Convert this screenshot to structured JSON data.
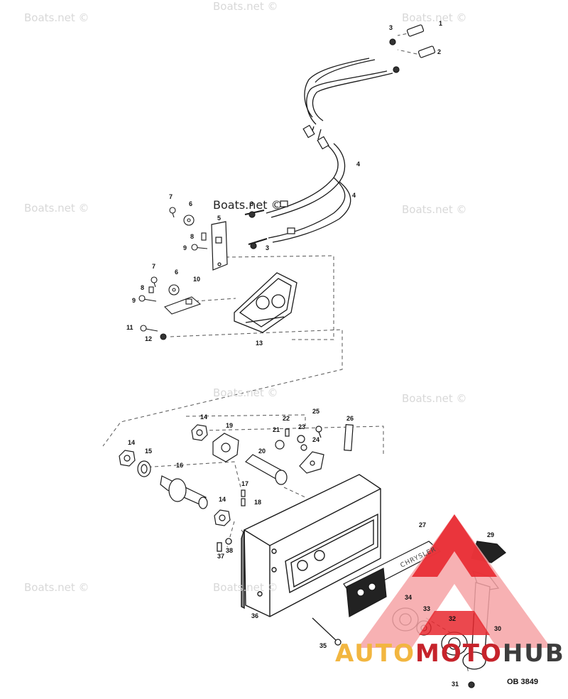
{
  "watermarks": [
    "Boats.net ©",
    "Boats.net ©",
    "Boats.net ©",
    "Boats.net ©",
    "Boats.net ©",
    "Boats.net ©",
    "Boats.net ©",
    "Boats.net ©",
    "Boats.net ©"
  ],
  "center_watermark": "Boats.net ©",
  "drawing_code": "OB 3849",
  "plate_brand": "CHRYSLER",
  "logo": {
    "part1": "AUTO",
    "part2": "MOTO",
    "part3": "HUB"
  },
  "callouts": [
    "1",
    "2",
    "3",
    "3",
    "3",
    "4",
    "4",
    "5",
    "6",
    "6",
    "7",
    "7",
    "8",
    "8",
    "9",
    "9",
    "10",
    "11",
    "12",
    "13",
    "14",
    "14",
    "14",
    "15",
    "16",
    "17",
    "18",
    "19",
    "20",
    "21",
    "22",
    "23",
    "24",
    "25",
    "26",
    "27",
    "29",
    "30",
    "31",
    "32",
    "33",
    "34",
    "35",
    "36",
    "37",
    "38"
  ],
  "colors": {
    "line": "#1a1a1a",
    "dash": "#555555",
    "logo_red": "#e8282f",
    "logo_pink": "#f6a3a6",
    "logo_gold": "#f2b640",
    "logo_grey": "#3d3d3d"
  }
}
